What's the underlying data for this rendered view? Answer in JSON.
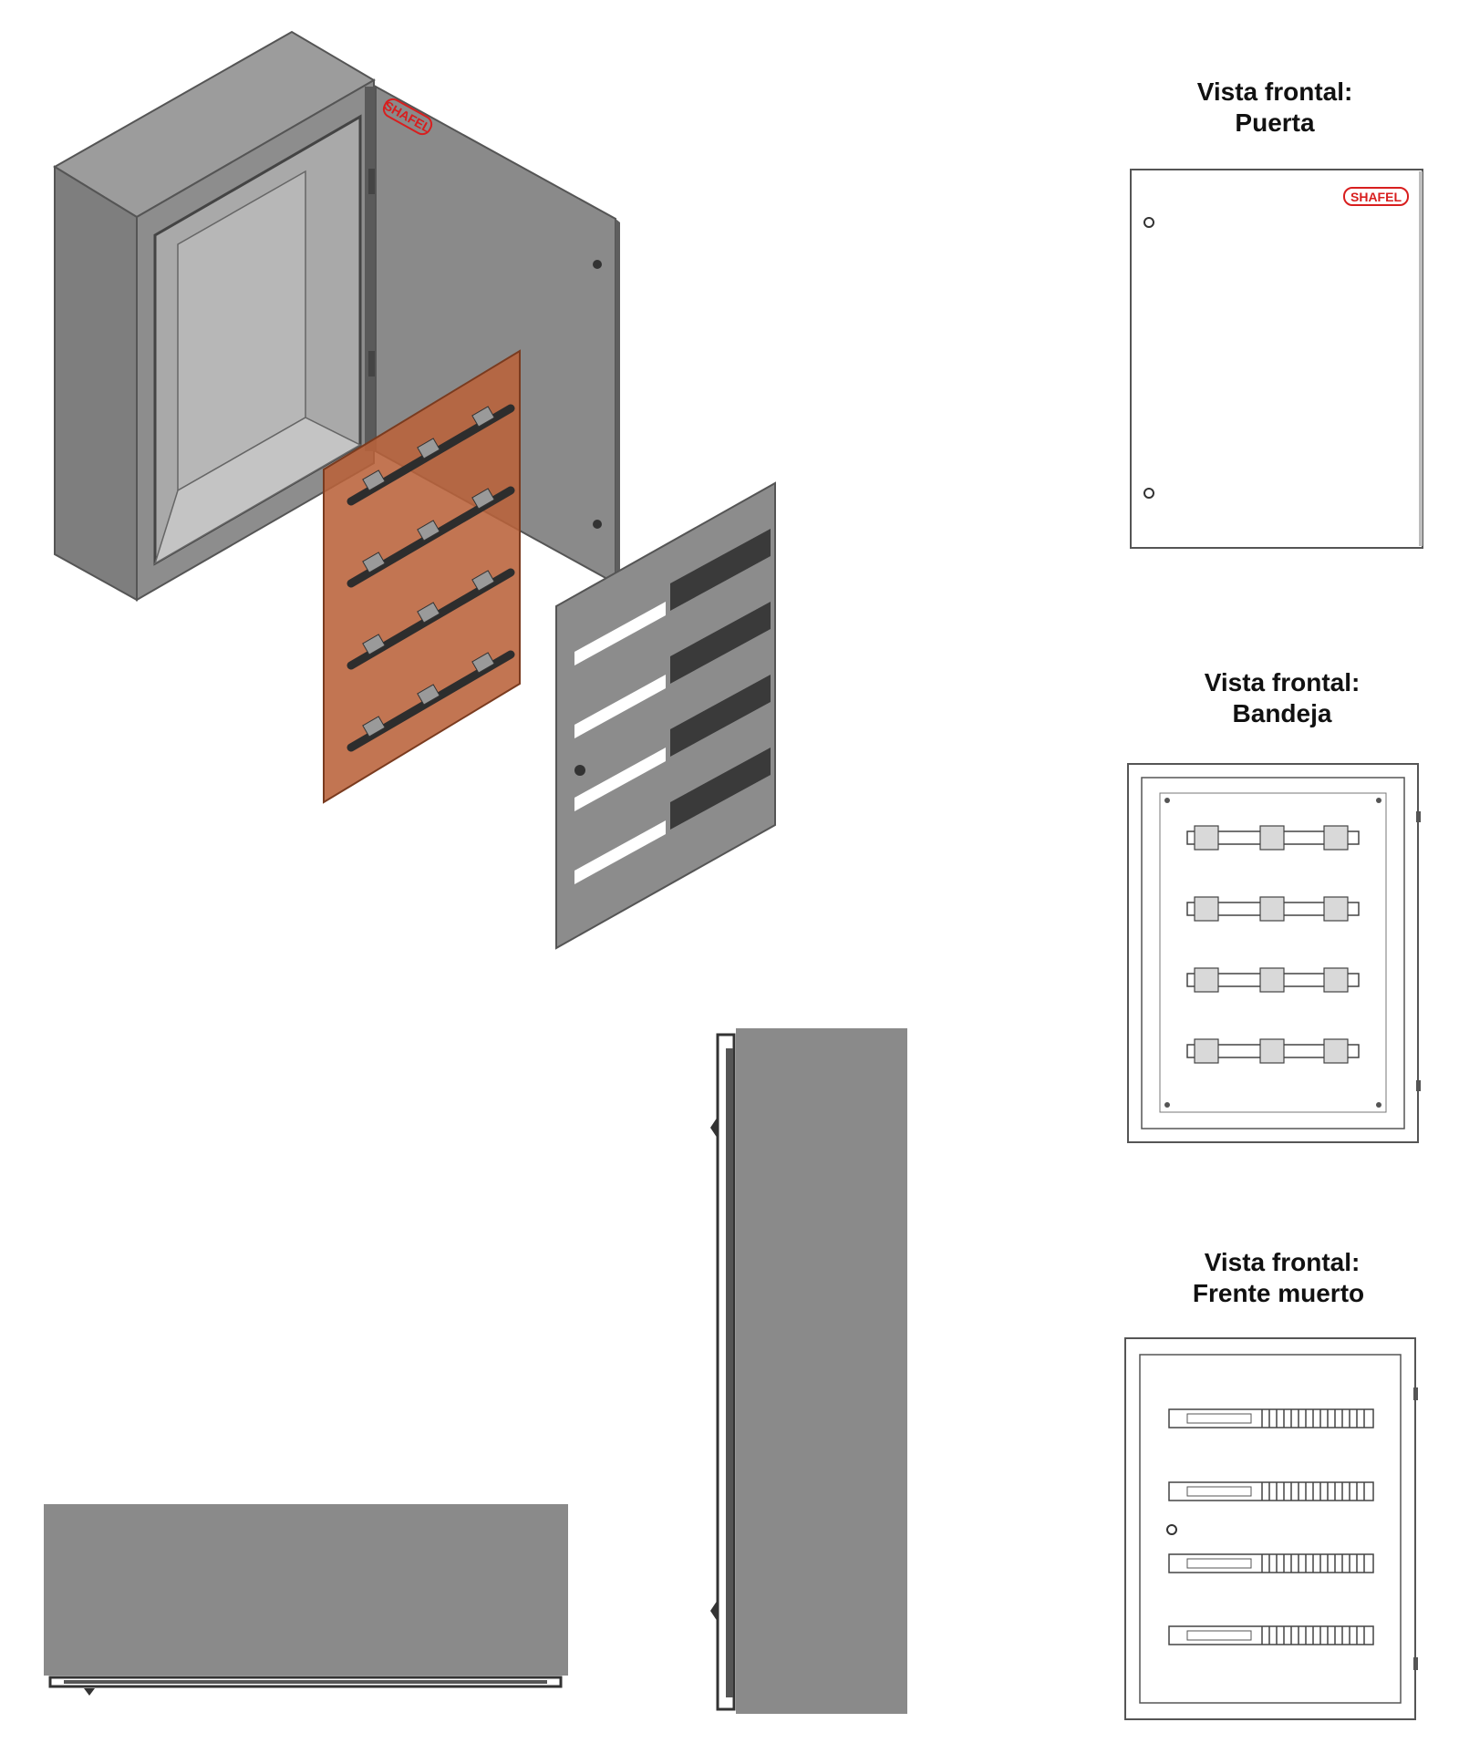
{
  "views": {
    "door": {
      "title_line1": "Vista frontal:",
      "title_line2": "Puerta"
    },
    "tray": {
      "title_line1": "Vista frontal:",
      "title_line2": "Bandeja"
    },
    "dead_front": {
      "title_line1": "Vista frontal:",
      "title_line2": "Frente muerto"
    }
  },
  "logo": {
    "text": "SHAFEL"
  },
  "colors": {
    "enclosure_body": "#8a8a8a",
    "enclosure_dark": "#6f6f6f",
    "mounting_tray": "#b9623a",
    "logo": "#d81e1e",
    "outline": "#555555"
  }
}
